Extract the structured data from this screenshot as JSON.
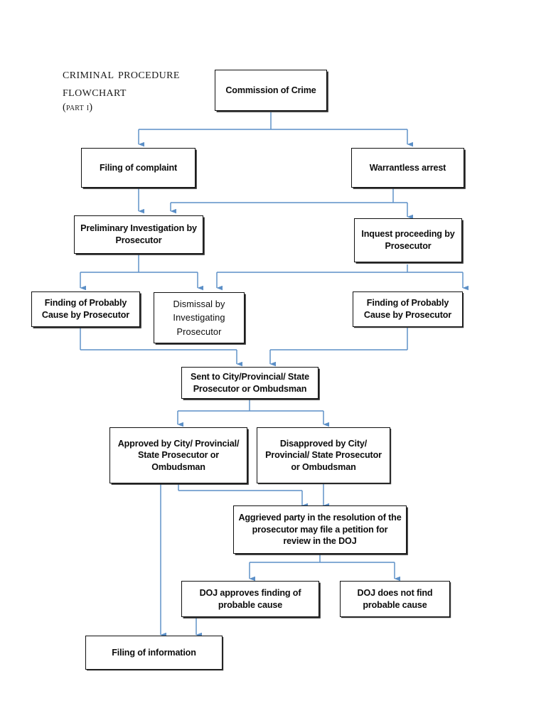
{
  "title": {
    "line1": "Criminal Procedure",
    "line2": "Flowchart",
    "line3": "(Part I)"
  },
  "colors": {
    "connector": "#5b8fc7",
    "box_border": "#111111",
    "text": "#0d0d0d",
    "background": "#ffffff"
  },
  "nodes": {
    "commission_of_crime": "Commission of Crime",
    "filing_of_complaint": "Filing of complaint",
    "warrantless_arrest": "Warrantless arrest",
    "preliminary_investigation": "Preliminary Investigation by Prosecutor",
    "inquest_proceeding": "Inquest proceeding by Prosecutor",
    "finding_probable_left": "Finding of Probably Cause by Prosecutor",
    "dismissal_investigating": "Dismissal by Investigating Prosecutor",
    "finding_probable_right": "Finding of Probably Cause by Prosecutor",
    "sent_to_prosecutor": "Sent to City/Provincial/ State Prosecutor or Ombudsman",
    "approved_by": "Approved by City/ Provincial/ State Prosecutor or Ombudsman",
    "disapproved_by": "Disapproved by City/ Provincial/ State Prosecutor or Ombudsman",
    "aggrieved_party": "Aggrieved party in the resolution of the prosecutor may file a petition for review in the DOJ",
    "doj_approves": "DOJ approves finding of probable cause",
    "doj_does_not_find": "DOJ does not find probable cause",
    "filing_of_information": "Filing of information"
  },
  "flow_edges": [
    {
      "from": "commission_of_crime",
      "to": "filing_of_complaint"
    },
    {
      "from": "commission_of_crime",
      "to": "warrantless_arrest"
    },
    {
      "from": "filing_of_complaint",
      "to": "preliminary_investigation"
    },
    {
      "from": "warrantless_arrest",
      "to": "preliminary_investigation"
    },
    {
      "from": "warrantless_arrest",
      "to": "inquest_proceeding"
    },
    {
      "from": "preliminary_investigation",
      "to": "finding_probable_left"
    },
    {
      "from": "preliminary_investigation",
      "to": "dismissal_investigating"
    },
    {
      "from": "inquest_proceeding",
      "to": "dismissal_investigating"
    },
    {
      "from": "inquest_proceeding",
      "to": "finding_probable_right"
    },
    {
      "from": "finding_probable_left",
      "to": "sent_to_prosecutor"
    },
    {
      "from": "finding_probable_right",
      "to": "sent_to_prosecutor"
    },
    {
      "from": "sent_to_prosecutor",
      "to": "approved_by"
    },
    {
      "from": "sent_to_prosecutor",
      "to": "disapproved_by"
    },
    {
      "from": "approved_by",
      "to": "aggrieved_party"
    },
    {
      "from": "approved_by",
      "to": "filing_of_information"
    },
    {
      "from": "disapproved_by",
      "to": "aggrieved_party"
    },
    {
      "from": "aggrieved_party",
      "to": "doj_approves"
    },
    {
      "from": "aggrieved_party",
      "to": "doj_does_not_find"
    },
    {
      "from": "doj_approves",
      "to": "filing_of_information"
    }
  ]
}
